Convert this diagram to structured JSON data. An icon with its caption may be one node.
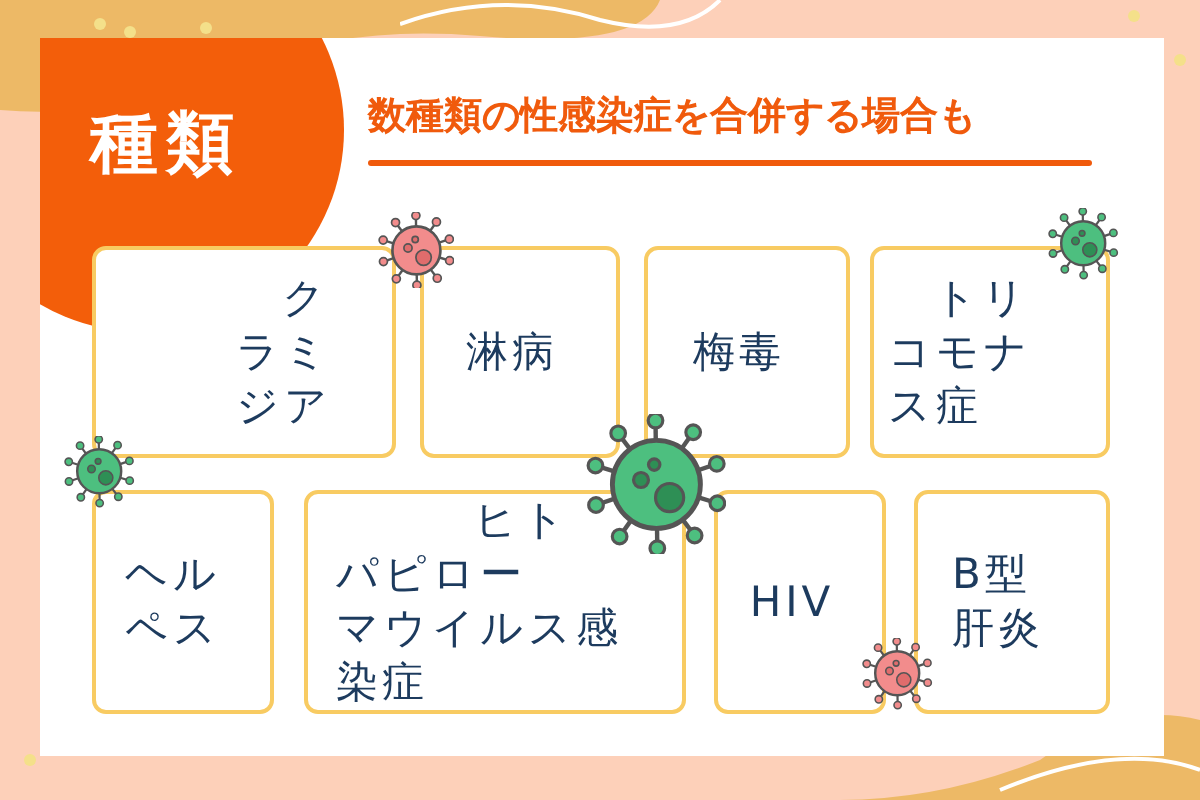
{
  "diagram": {
    "title": "数種類の性感染症を合併する場合も",
    "nodes": [
      {
        "text": [
          "種類"
        ]
      },
      {
        "text": [
          "クラミジア"
        ]
      },
      {
        "text": [
          "淋病"
        ]
      },
      {
        "text": [
          "梅毒"
        ]
      },
      {
        "text": [
          "トリコモナス症"
        ]
      },
      {
        "text": [
          "ヘルペス"
        ]
      },
      {
        "text": [
          "ヒトパピローマウイルス感染症"
        ]
      },
      {
        "text": [
          "HIV"
        ]
      },
      {
        "text": [
          "B型肝炎"
        ]
      }
    ]
  }
}
